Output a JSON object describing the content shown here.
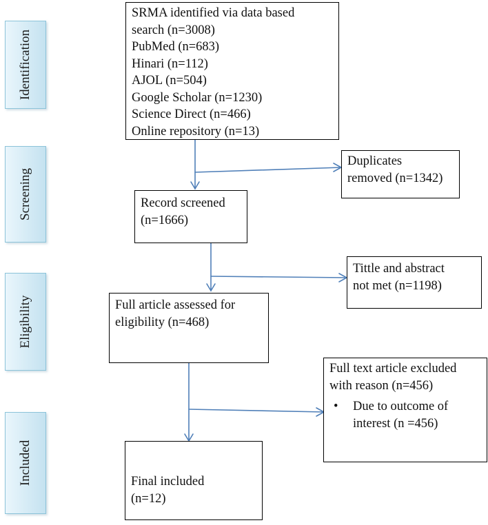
{
  "phases": [
    {
      "id": "identification",
      "label": "Identification"
    },
    {
      "id": "screening",
      "label": "Screening"
    },
    {
      "id": "eligibility",
      "label": "Eligibility"
    },
    {
      "id": "included",
      "label": "Included"
    }
  ],
  "boxes": {
    "identified": {
      "lines": [
        "SRMA identified via data based",
        "search (n=3008)",
        "PubMed (n=683)",
        "Hinari (n=112)",
        "AJOL (n=504)",
        "Google Scholar (n=1230)",
        "Science Direct (n=466)",
        "Online repository (n=13)"
      ]
    },
    "duplicates": {
      "lines": [
        "Duplicates",
        "removed  (n=1342)"
      ]
    },
    "screened": {
      "lines": [
        "Record screened",
        "(n=1666)"
      ]
    },
    "title_abstract": {
      "lines": [
        "Tittle and abstract",
        "not met (n=1198)"
      ]
    },
    "full_article": {
      "lines": [
        "Full article assessed for",
        "eligibility (n=468)"
      ]
    },
    "excluded": {
      "lines": [
        "Full text article excluded",
        "with reason (n=456)"
      ],
      "bullet": "•",
      "bullet_lines": [
        "Due to outcome of",
        "interest (n =456)"
      ]
    },
    "final": {
      "lines": [
        "Final included",
        "(n=12)"
      ]
    }
  },
  "colors": {
    "arrow": "#4f7fb8",
    "phase_border": "#8cc3d9",
    "phase_fill_light": "#eaf6fc",
    "phase_fill_dark": "#c4e2f0"
  }
}
